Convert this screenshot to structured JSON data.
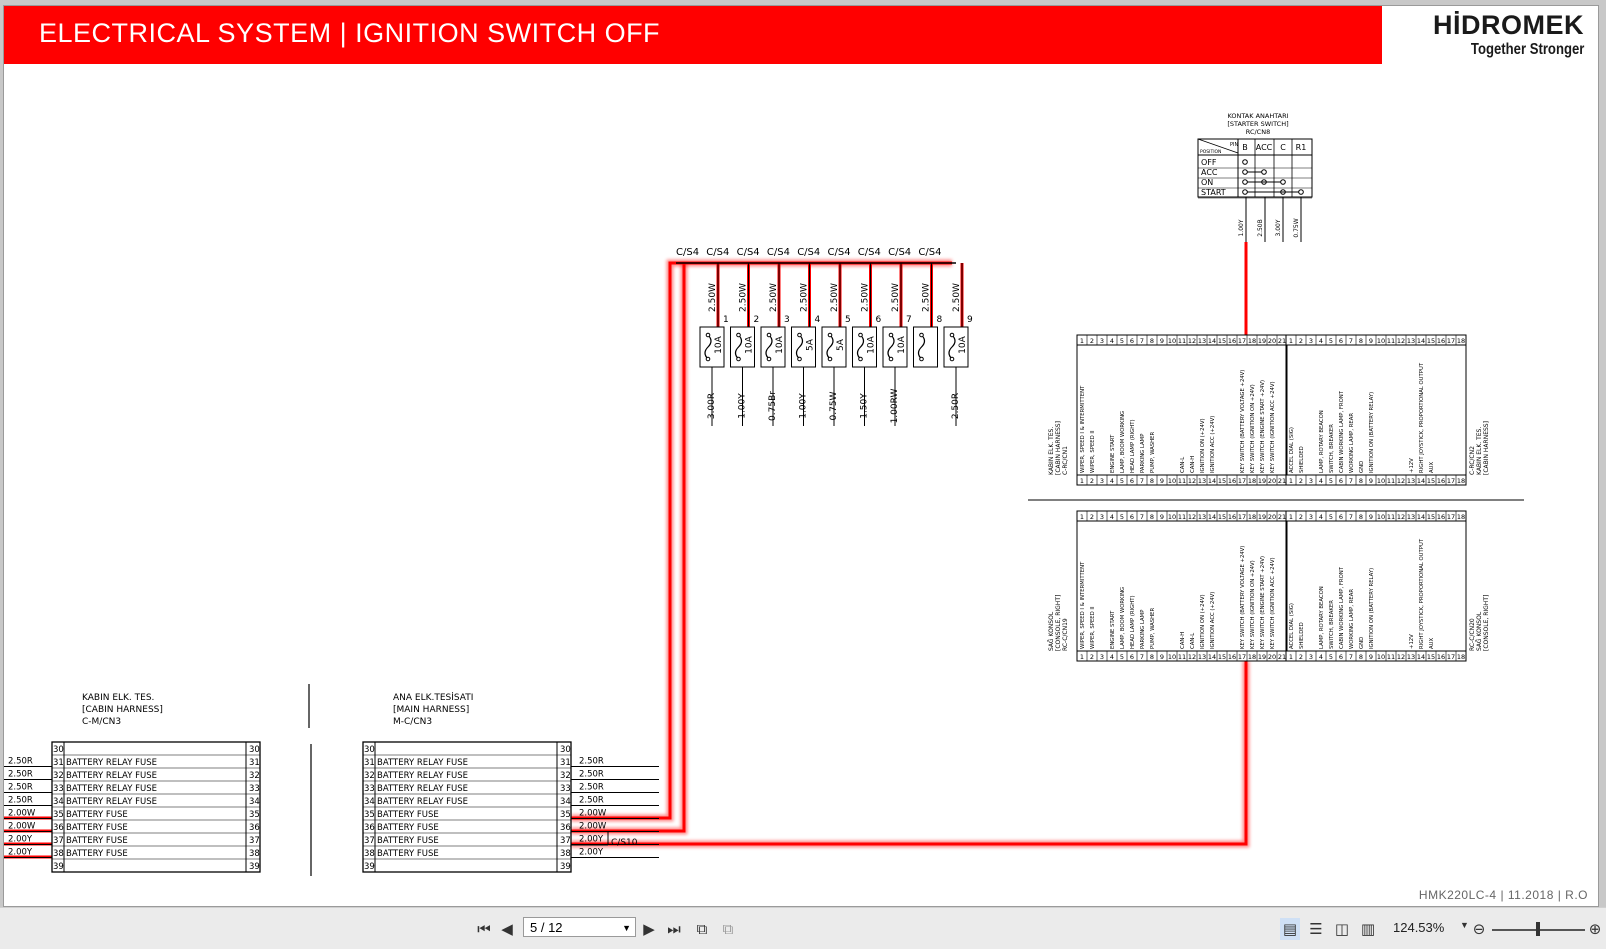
{
  "header": {
    "title": "ELECTRICAL SYSTEM | IGNITION SWITCH OFF",
    "brand": "HİDROMEK",
    "slogan": "Together Stronger",
    "footer_ref": "HMK220LC-4 | 11.2018 | R.O"
  },
  "colors": {
    "banner": "#ff0000",
    "highlight": "#ff0000",
    "line": "#000000"
  },
  "starter_switch": {
    "title_lines": [
      "KONTAK ANAHTARI",
      "[STARTER SWITCH]",
      "RC/CN8"
    ],
    "pin_header": "PIN",
    "position_header": "POSITION",
    "columns": [
      "B",
      "ACC",
      "C",
      "R1"
    ],
    "positions": [
      "OFF",
      "ACC",
      "ON",
      "START"
    ],
    "wires": [
      "1.00Y",
      "2.50B",
      "3.00Y",
      "0.75W"
    ]
  },
  "fuse_box": {
    "connector_labels": [
      "C/S4",
      "C/S4",
      "C/S4",
      "C/S4",
      "C/S4",
      "C/S4",
      "C/S4",
      "C/S4",
      "C/S4"
    ],
    "input_wires": [
      "2.50W",
      "2.50W",
      "2.50W",
      "2.50W",
      "2.50W",
      "2.50W",
      "2.50W",
      "2.50W",
      "2.50W"
    ],
    "numbers": [
      "1",
      "2",
      "3",
      "4",
      "5",
      "6",
      "7",
      "8",
      "9"
    ],
    "ratings": [
      "10A",
      "10A",
      "10A",
      "5A",
      "5A",
      "10A",
      "10A",
      "",
      "10A"
    ],
    "output_wires": [
      "3.00R",
      "1.00Y",
      "0.75Br",
      "1.00Y",
      "0.75W",
      "1.50Y",
      "1.00RW",
      "",
      "2.50R"
    ]
  },
  "connectors": {
    "upper_left": {
      "labels": [
        "KABIN ELK. TES.",
        "[CABIN HARNESS]",
        "C-RC/CN1"
      ],
      "pins": [
        "1",
        "2",
        "3",
        "4",
        "5",
        "6",
        "7",
        "8",
        "9",
        "10",
        "11",
        "12",
        "13",
        "14",
        "15",
        "16",
        "17",
        "18",
        "19",
        "20",
        "21"
      ],
      "signals": [
        "WIPER, SPEED I & INTERMITTENT",
        "WIPER, SPEED II",
        "",
        "ENGINE START",
        "LAMP, BOOM WORKING",
        "HEAD LAMP (RIGHT)",
        "PARKING LAMP",
        "PUMP, WASHER",
        "",
        "",
        "CAN-L",
        "CAN-H",
        "IGNITION ON (+24V)",
        "IGNITION ACC (+24V)",
        "",
        "",
        "KEY SWITCH (BATTERY VOLTAGE +24V)",
        "KEY SWITCH (IGNITION ON +24V)",
        "KEY SWITCH (ENGINE START +24V)",
        "KEY SWITCH (IGNITION ACC +24V)",
        ""
      ]
    },
    "upper_right": {
      "labels": [
        "C-RC/CN2",
        "KABIN ELK. TES.",
        "[CABIN HARNESS]"
      ],
      "pins": [
        "1",
        "2",
        "3",
        "4",
        "5",
        "6",
        "7",
        "8",
        "9",
        "10",
        "11",
        "12",
        "13",
        "14",
        "15",
        "16",
        "17",
        "18"
      ],
      "signals": [
        "ACCEL DIAL (SIG)",
        "SHIELDED",
        "",
        "LAMP, ROTARY BEACON",
        "SWITCH, BREAKER",
        "CABIN WORKING LAMP, FRONT",
        "WORKING LAMP, REAR",
        "GND",
        "IGNITION ON (BATTERY RELAY)",
        "",
        "",
        "",
        "+12V",
        "RIGHT JOYSTICK, PROPORTIONAL OUTPUT",
        "AUX",
        "",
        "",
        ""
      ]
    },
    "lower_left": {
      "labels": [
        "SAĞ KONSOL",
        "[CONSOLE, RIGHT]",
        "RC-C/CN19"
      ],
      "pins": [
        "1",
        "2",
        "3",
        "4",
        "5",
        "6",
        "7",
        "8",
        "9",
        "10",
        "11",
        "12",
        "13",
        "14",
        "15",
        "16",
        "17",
        "18",
        "19",
        "20",
        "21"
      ],
      "signals": [
        "WIPER, SPEED I & INTERMITTENT",
        "WIPER, SPEED II",
        "",
        "ENGINE START",
        "LAMP, BOOM WORKING",
        "HEAD LAMP (RIGHT)",
        "PARKING LAMP",
        "PUMP, WASHER",
        "",
        "",
        "CAN-H",
        "CAN-L",
        "IGNITION ON (+24V)",
        "IGNITION ACC (+24V)",
        "",
        "",
        "KEY SWITCH (BATTERY VOLTAGE +24V)",
        "KEY SWITCH (IGNITION ON +24V)",
        "KEY SWITCH (ENGINE START +24V)",
        "KEY SWITCH (IGNITION ACC +24V)",
        ""
      ]
    },
    "lower_right": {
      "labels": [
        "RC-C/CN20",
        "SAĞ KONSOL",
        "[CONSOLE, RIGHT]"
      ],
      "pins": [
        "1",
        "2",
        "3",
        "4",
        "5",
        "6",
        "7",
        "8",
        "9",
        "10",
        "11",
        "12",
        "13",
        "14",
        "15",
        "16",
        "17",
        "18"
      ],
      "signals": [
        "ACCEL DIAL (SIG)",
        "SHIELDED",
        "",
        "LAMP, ROTARY BEACON",
        "SWITCH, BREAKER",
        "CABIN WORKING LAMP, FRONT",
        "WORKING LAMP, REAR",
        "GND",
        "IGNITION ON (BATTERY RELAY)",
        "",
        "",
        "",
        "+12V",
        "RIGHT JOYSTICK, PROPORTIONAL OUTPUT",
        "AUX",
        "",
        "",
        ""
      ]
    }
  },
  "cabin_harness": {
    "labels": [
      "KABIN ELK. TES.",
      "[CABIN HARNESS]",
      "C-M/CN3"
    ],
    "rows": [
      {
        "pin": "30",
        "name": "",
        "wire": ""
      },
      {
        "pin": "31",
        "name": "BATTERY RELAY FUSE",
        "wire": "2.50R"
      },
      {
        "pin": "32",
        "name": "BATTERY RELAY FUSE",
        "wire": "2.50R"
      },
      {
        "pin": "33",
        "name": "BATTERY RELAY FUSE",
        "wire": "2.50R"
      },
      {
        "pin": "34",
        "name": "BATTERY RELAY FUSE",
        "wire": "2.50R"
      },
      {
        "pin": "35",
        "name": "BATTERY FUSE",
        "wire": "2.00W"
      },
      {
        "pin": "36",
        "name": "BATTERY FUSE",
        "wire": "2.00W"
      },
      {
        "pin": "37",
        "name": "BATTERY FUSE",
        "wire": "2.00Y"
      },
      {
        "pin": "38",
        "name": "BATTERY FUSE",
        "wire": "2.00Y"
      },
      {
        "pin": "39",
        "name": "",
        "wire": ""
      }
    ]
  },
  "main_harness": {
    "labels": [
      "ANA ELK.TESİSATI",
      "[MAIN HARNESS]",
      "M-C/CN3"
    ],
    "rows": [
      {
        "pin": "30",
        "name": "",
        "wire": ""
      },
      {
        "pin": "31",
        "name": "BATTERY RELAY FUSE",
        "wire": "2.50R"
      },
      {
        "pin": "32",
        "name": "BATTERY RELAY FUSE",
        "wire": "2.50R"
      },
      {
        "pin": "33",
        "name": "BATTERY RELAY FUSE",
        "wire": "2.50R"
      },
      {
        "pin": "34",
        "name": "BATTERY RELAY FUSE",
        "wire": "2.50R"
      },
      {
        "pin": "35",
        "name": "BATTERY FUSE",
        "wire": "2.00W"
      },
      {
        "pin": "36",
        "name": "BATTERY FUSE",
        "wire": "2.00W"
      },
      {
        "pin": "37",
        "name": "BATTERY FUSE",
        "wire": "2.00Y"
      },
      {
        "pin": "38",
        "name": "BATTERY FUSE",
        "wire": "2.00Y"
      },
      {
        "pin": "39",
        "name": "",
        "wire": ""
      }
    ],
    "splice_label": "C/S10"
  },
  "toolbar": {
    "page_value": "5 / 12",
    "zoom": "124.53%",
    "zoom_level": 0.47,
    "icons": [
      "first-page-icon",
      "prev-page-icon",
      "next-page-icon",
      "last-page-icon",
      "fit-page-icon",
      "rotate-icon",
      "single-page-icon",
      "continuous-icon",
      "two-page-icon",
      "two-page-continuous-icon",
      "zoom-out-icon",
      "zoom-in-icon"
    ]
  }
}
